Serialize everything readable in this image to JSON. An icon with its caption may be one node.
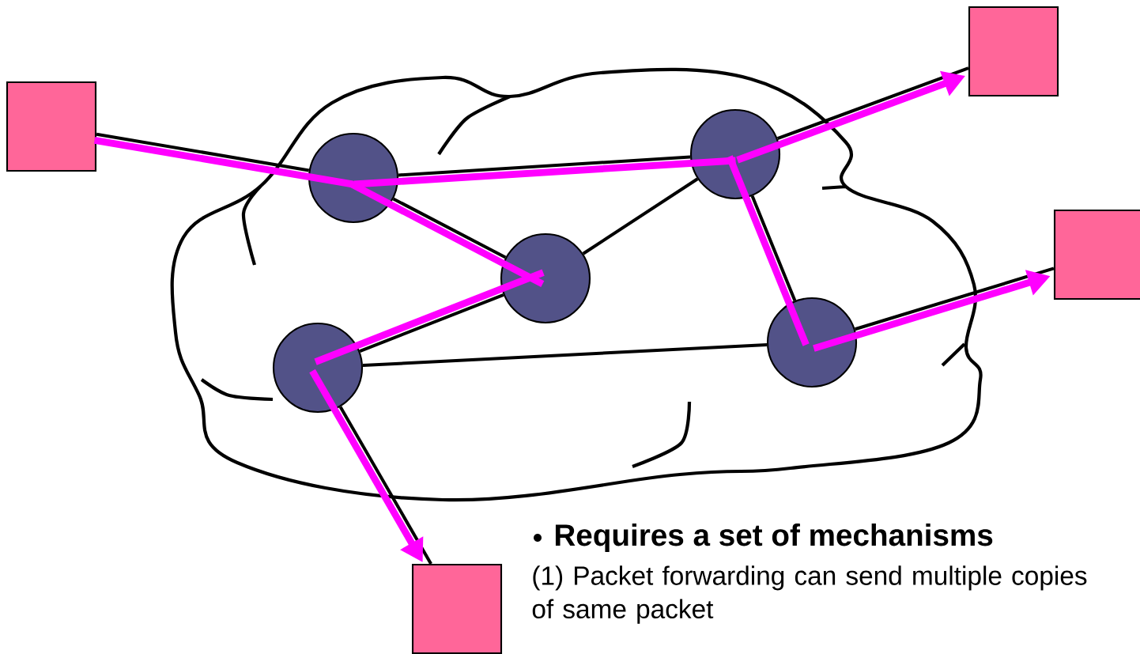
{
  "diagram": {
    "nodes": [
      {
        "text": [],
        "shape": "box"
      },
      {
        "text": [],
        "shape": "box"
      },
      {
        "text": [],
        "shape": "box"
      },
      {
        "text": [],
        "shape": "box"
      },
      {
        "text": [],
        "shape": "circle"
      },
      {
        "text": [],
        "shape": "circle"
      },
      {
        "text": [],
        "shape": "circle"
      },
      {
        "text": [],
        "shape": "circle"
      },
      {
        "text": [],
        "shape": "circle"
      }
    ],
    "edges": [
      {
        "from": 0,
        "to": 4,
        "arrow": "none"
      },
      {
        "from": 4,
        "to": 5,
        "arrow": "none"
      },
      {
        "from": 4,
        "to": 6,
        "arrow": "none"
      },
      {
        "from": 5,
        "to": 6,
        "arrow": "none"
      },
      {
        "from": 5,
        "to": 1,
        "arrow": "none"
      },
      {
        "from": 5,
        "to": 8,
        "arrow": "none"
      },
      {
        "from": 6,
        "to": 7,
        "arrow": "none"
      },
      {
        "from": 7,
        "to": 8,
        "arrow": "none"
      },
      {
        "from": 8,
        "to": 2,
        "arrow": "none"
      },
      {
        "from": 7,
        "to": 3,
        "arrow": "none"
      },
      {
        "from": 0,
        "to": 4,
        "arrow": "none",
        "style": "thick",
        "color": "#ff00ff"
      },
      {
        "from": 4,
        "to": 6,
        "arrow": "none",
        "style": "thick",
        "color": "#ff00ff"
      },
      {
        "from": 6,
        "to": 7,
        "arrow": "none",
        "style": "thick",
        "color": "#ff00ff"
      },
      {
        "from": 7,
        "to": 3,
        "arrow": "to",
        "style": "thick",
        "color": "#ff00ff"
      },
      {
        "from": 4,
        "to": 5,
        "arrow": "none",
        "style": "thick",
        "color": "#ff00ff"
      },
      {
        "from": 5,
        "to": 1,
        "arrow": "to",
        "style": "thick",
        "color": "#ff00ff"
      },
      {
        "from": 5,
        "to": 8,
        "arrow": "none",
        "style": "thick",
        "color": "#ff00ff"
      },
      {
        "from": 8,
        "to": 2,
        "arrow": "to",
        "style": "thick",
        "color": "#ff00ff"
      }
    ],
    "labels": [
      "Requires a set of mechanisms",
      "(1) Packet forwarding can send multiple copies of same packet"
    ]
  }
}
